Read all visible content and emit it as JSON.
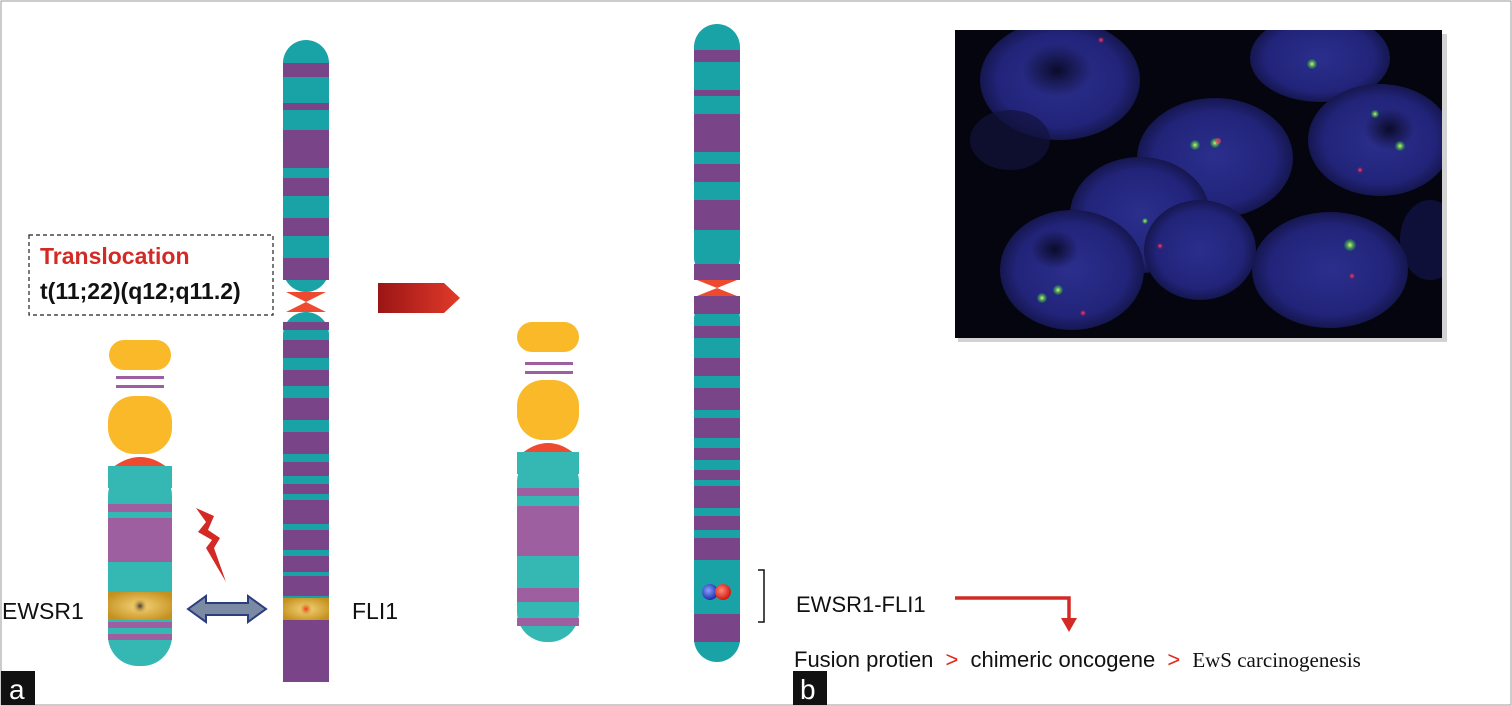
{
  "translocation": {
    "title": "Translocation",
    "notation": "t(11;22)(q12;q11.2)"
  },
  "genes": {
    "left": "EWSR1",
    "right": "FLI1",
    "fusion": "EWSR1-FLI1"
  },
  "pathway": {
    "step1": "Fusion protien",
    "sep": ">",
    "step2": "chimeric oncogene",
    "step3": "EwS carcinogenesis"
  },
  "panels": {
    "a": "a",
    "b": "b"
  },
  "colors": {
    "teal": "#1aa3a6",
    "tealLight": "#35b7b4",
    "purple": "#7a4488",
    "purpleLight": "#9e5fa0",
    "yellow": "#f9b928",
    "centromere": "#ee4a30",
    "accentRed": "#d42a25",
    "arrowDark": "#8c1313",
    "doubleArrow": "#4b5e9e",
    "nucleusBg": "#050510"
  },
  "icons": {
    "break": "lightning-bolt-icon",
    "swap": "double-arrow-icon",
    "transform": "right-arrow-icon"
  }
}
